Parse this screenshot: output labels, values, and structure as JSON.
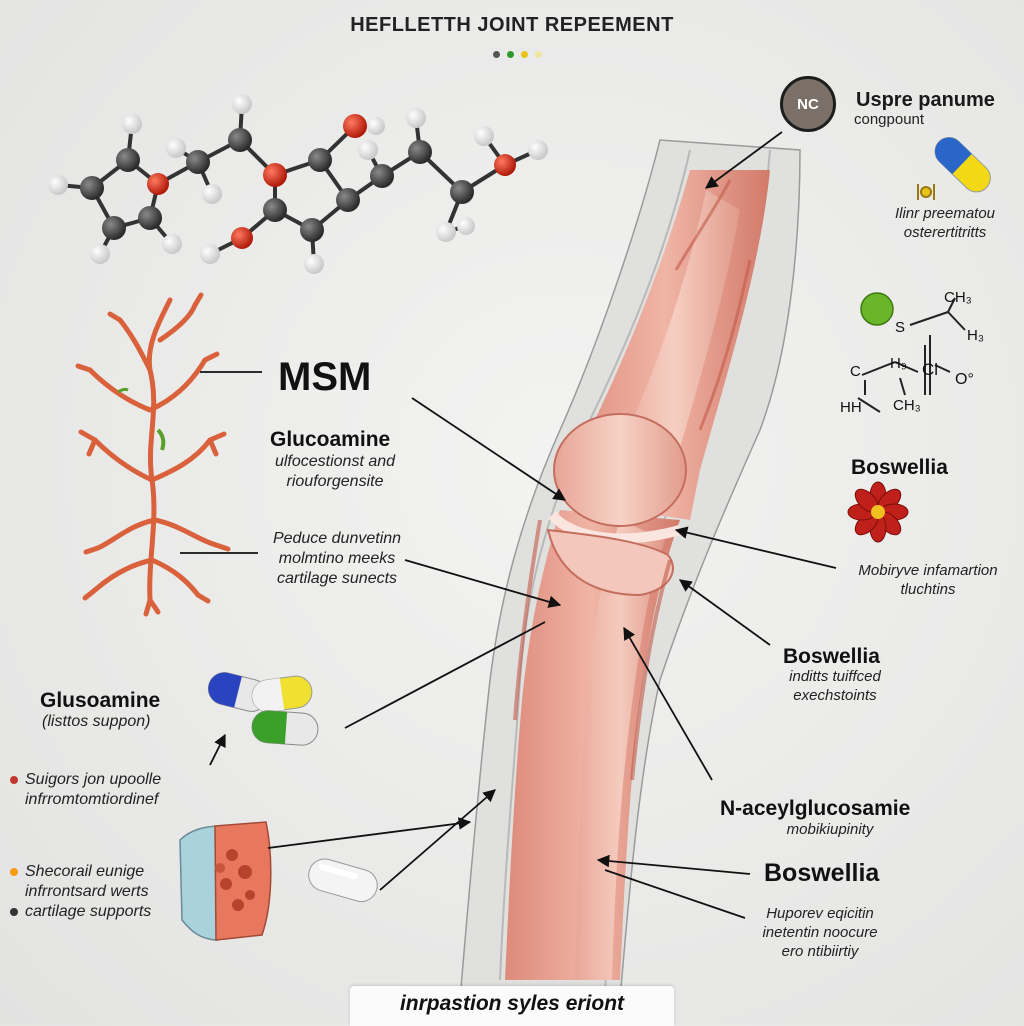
{
  "title": "HEFLLETTH JOINT REPEEMENT",
  "title_dots": [
    "#555555",
    "#2e9a2e",
    "#e8c415",
    "#f0e6a0"
  ],
  "labels": {
    "msm": "MSM",
    "glucoamine": "Glucoamine",
    "glucoamine_sub": [
      "ulfocestionst and",
      "riouforgensite"
    ],
    "peduce": [
      "Peduce dunvetinn",
      "molmtino meeks",
      "cartilage sunects"
    ],
    "glusoamine_left": "Glusoamine",
    "glusoamine_left_sub": "(listtos suppon)",
    "bullets_a": [
      "Suigors jon upoolle",
      "infrromtomtiordinef"
    ],
    "bullets_b": [
      "Shecorail eunige",
      "infrrontsard werts",
      "cartilage supports"
    ],
    "nc_badge": "NC",
    "uspre": "Uspre panume",
    "uspre_sub": "congpount",
    "ilinr": [
      "Ilinr preematou",
      "osterertitritts"
    ],
    "boswellia_1": "Boswellia",
    "mobiryve": [
      "Mobiryve infamartion",
      "tluchtins"
    ],
    "boswellia_2": "Boswellia",
    "boswellia_2_sub": [
      "inditts tuiffced",
      "exechstoints"
    ],
    "nacetyl": "N-aceylglucosamie",
    "nacetyl_sub": "mobikiupinity",
    "boswellia_3": "Boswellia",
    "huporev": [
      "Huporev eqicitin",
      "inetentin noocure",
      "ero ntibiirtiy"
    ],
    "footer": "inrpastion syles eriont"
  },
  "chem_labels": [
    "CH₃",
    "S",
    "H₃",
    "C",
    "H₉",
    "Cl",
    "O°",
    "HH",
    "CH₃"
  ],
  "colors": {
    "bullet_red": "#c0392b",
    "bullet_orange": "#f39c12",
    "bullet_dark": "#333333",
    "carbon": "#3a3a3a",
    "oxygen": "#d42a1a",
    "hydrogen": "#f2f2f2",
    "flesh": "#e8998a",
    "bone": "#f1c1b3",
    "branch": "#d9623c"
  },
  "icons": [
    "molecule-diagram",
    "nerve-branch-icon",
    "pill-capsules-icon",
    "cartilage-block-icon",
    "knee-joint-illustration",
    "flower-icon",
    "chemical-structure-icon",
    "capsule-icon"
  ]
}
